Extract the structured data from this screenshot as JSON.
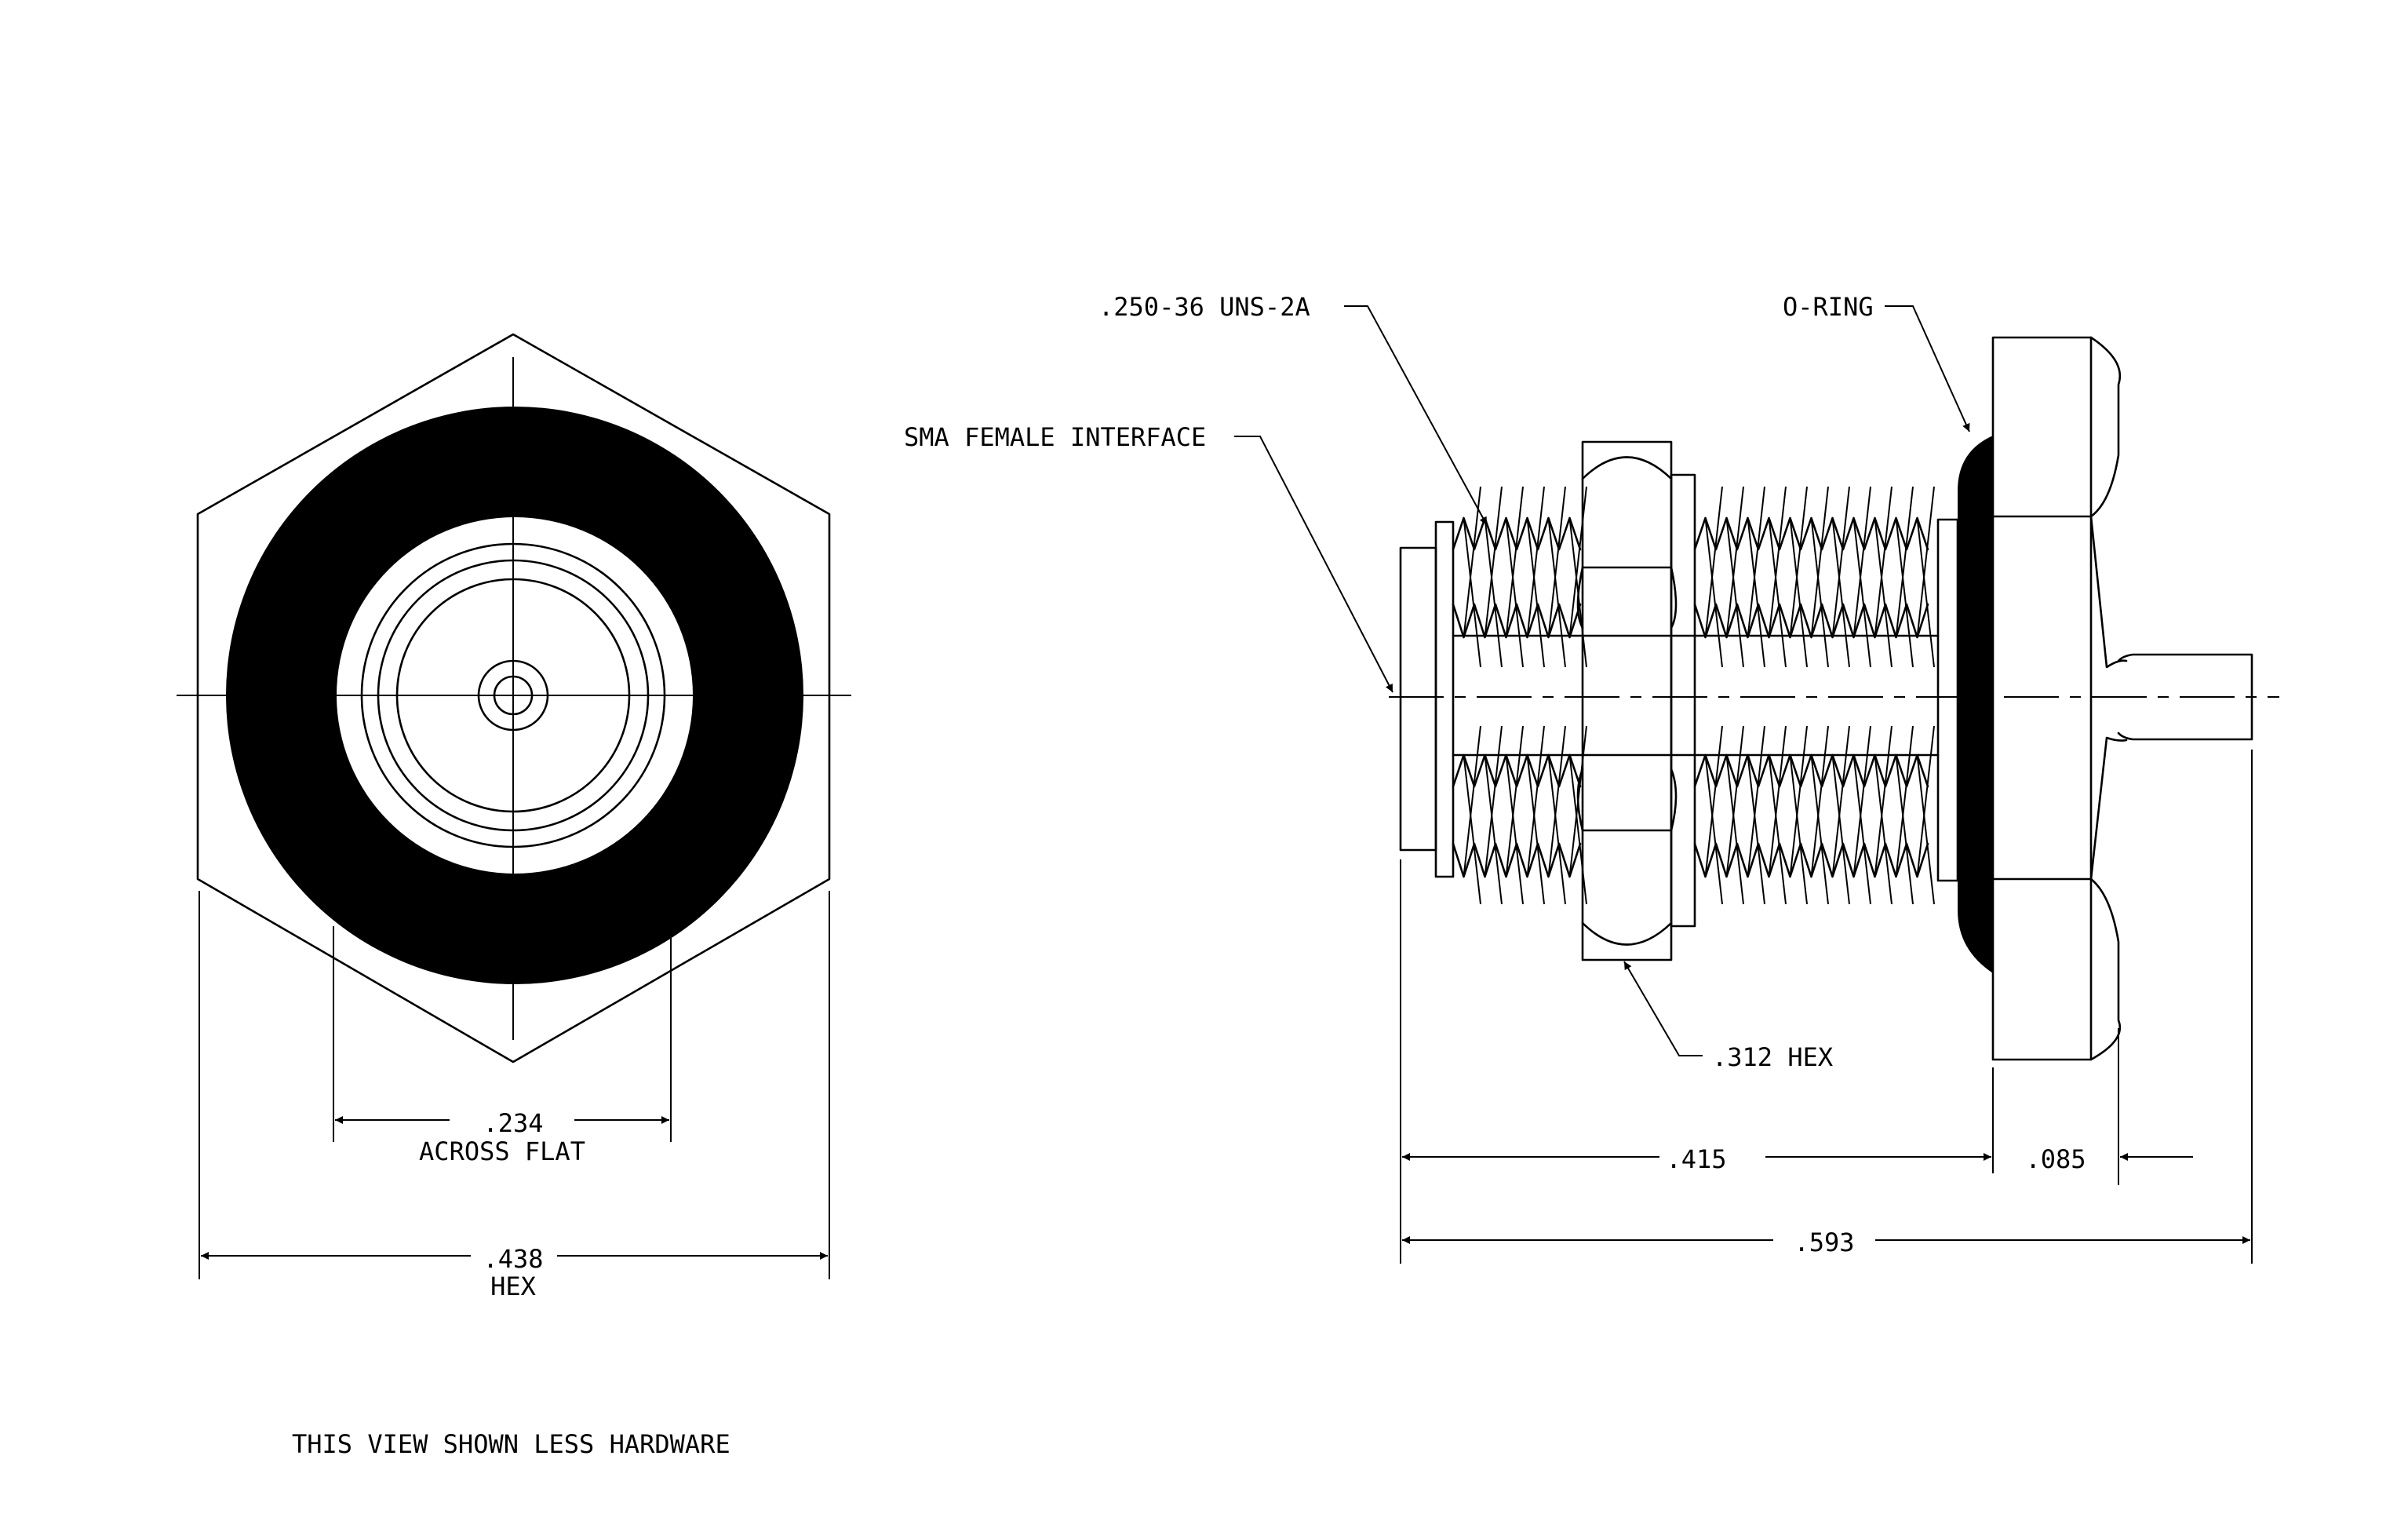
{
  "front_view": {
    "dim_across_flat_value": ".234",
    "dim_across_flat_label": "ACROSS FLAT",
    "dim_hex_value": ".438",
    "dim_hex_label": "HEX",
    "note": "THIS VIEW SHOWN LESS HARDWARE"
  },
  "side_view": {
    "callout_thread": ".250-36 UNS-2A",
    "callout_interface": "SMA FEMALE INTERFACE",
    "callout_oring": "O-RING",
    "callout_nut_hex": ".312 HEX",
    "dim_body_length": ".415",
    "dim_flange": ".085",
    "dim_overall": ".593"
  },
  "colors": {
    "line": "#000000",
    "background": "#ffffff"
  }
}
